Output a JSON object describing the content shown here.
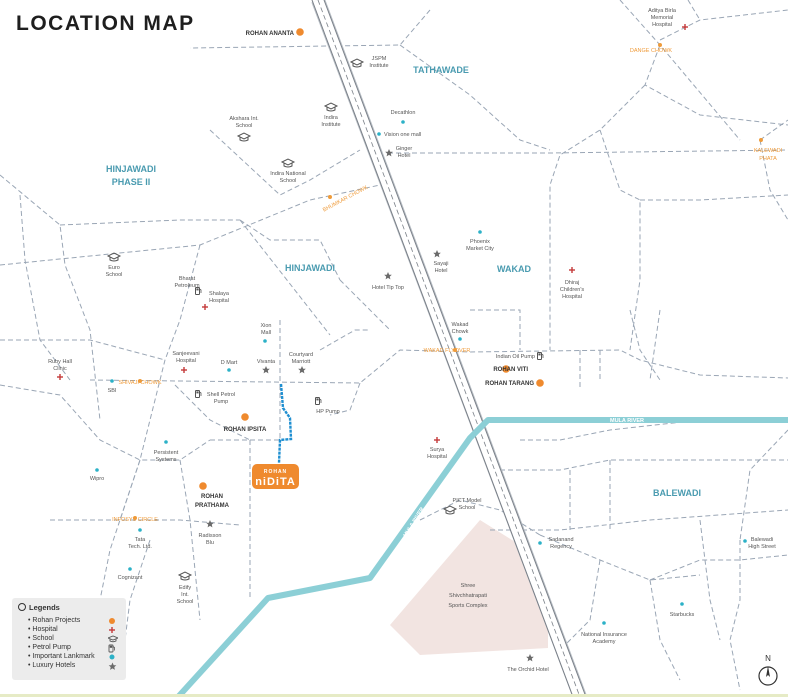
{
  "title": "LOCATION MAP",
  "colors": {
    "road_dashed": "#9aa6b5",
    "river": "#8ccfd6",
    "project_orange": "#ef8a2e",
    "hospital_red": "#c43a3a",
    "landmark_teal": "#2cb1c7",
    "area_label": "#4a9bb0",
    "chowk_label": "#ef9b3a",
    "sports_complex": "#f2e4e1"
  },
  "areas": {
    "tathawade": "TATHAWADE",
    "hinjawadi_phase2_l1": "HINJAWADI",
    "hinjawadi_phase2_l2": "PHASE II",
    "hinjawadi": "HINJAWADI",
    "wakad": "WAKAD",
    "balewadi": "BALEWADI"
  },
  "chowks": {
    "dange": "DANGE CHOWK",
    "kalewadi_l1": "KALEWADI",
    "kalewadi_l2": "PHATA",
    "bhumkar": "BHUMKAR CHOWK",
    "wakad_flyover": "WAKAD FLYOVER",
    "shivaji": "SHIVAJI CHOWK",
    "infosys": "INFOSYS CIRCLE"
  },
  "rivers": {
    "mula_river_1": "MULA RIVER",
    "mula_river_2": "MULA RIVER"
  },
  "projects": {
    "ananta": "ROHAN ANANTA",
    "viti": "ROHAN VITI",
    "tarang": "ROHAN TARANG",
    "ipsita": "ROHAN IPSITA",
    "prathama_l1": "ROHAN",
    "prathama_l2": "PRATHAMA",
    "nidita_top": "ROHAN",
    "nidita_main": "niDiTA"
  },
  "places": {
    "aditya_l1": "Aditya Birla",
    "aditya_l2": "Memorial",
    "aditya_l3": "Hospital",
    "jspm_l1": "JSPM",
    "jspm_l2": "Institute",
    "decathlon": "Decathlon",
    "vision_one": "Vision one mall",
    "ginger_l1": "Ginger",
    "ginger_l2": "Hotel",
    "akshara_l1": "Akshara Int.",
    "akshara_l2": "School",
    "indira_inst_l1": "Indira",
    "indira_inst_l2": "Institute",
    "indira_nat_l1": "Indira National",
    "indira_nat_l2": "School",
    "phoenix_l1": "Phoenix",
    "phoenix_l2": "Market City",
    "sayaji_l1": "Sayaji",
    "sayaji_l2": "Hotel",
    "tiptop": "Hotel Tip Top",
    "dhiraj_l1": "Dhiraj",
    "dhiraj_l2": "Children's",
    "dhiraj_l3": "Hospital",
    "euro_l1": "Euro",
    "euro_l2": "School",
    "bharat_l1": "Bharat",
    "bharat_l2": "Petroleum",
    "shalaya_l1": "Shalaya",
    "shalaya_l2": "Hospital",
    "xion_l1": "Xion",
    "xion_l2": "Mall",
    "wakad_chowk_l1": "Wakad",
    "wakad_chowk_l2": "Chowk",
    "indian_oil": "Indian Oil Pump",
    "ruby_l1": "Ruby Hall",
    "ruby_l2": "Clinic",
    "sbi": "SBI",
    "sanjeevani_l1": "Sanjeevani",
    "sanjeevani_l2": "Hospital",
    "dmart": "D Mart",
    "vivanta": "Vivanta",
    "courtyard_l1": "Courtyard",
    "courtyard_l2": "Marriott",
    "shell_l1": "Shell Petrol",
    "shell_l2": "Pump",
    "hp": "HP Pump",
    "surya_l1": "Surya",
    "surya_l2": "Hospital",
    "persistent_l1": "Persistent",
    "persistent_l2": "Systems",
    "wipro": "Wipro",
    "pict_l1": "PICT Model",
    "pict_l2": "School",
    "radisson_l1": "Radisson",
    "radisson_l2": "Blu",
    "tata_l1": "Tata",
    "tata_l2": "Tech. Ltd.",
    "cognizant": "Cognizant",
    "edify_l1": "Edify",
    "edify_l2": "Int.",
    "edify_l3": "School",
    "sports_l1": "Shree",
    "sports_l2": "Shivchhatrapati",
    "sports_l3": "Sports Complex",
    "sadanand_l1": "Sadanand",
    "sadanand_l2": "Regency",
    "balewadi_hs_l1": "Balewadi",
    "balewadi_hs_l2": "High Street",
    "nia_l1": "National Insurance",
    "nia_l2": "Academy",
    "starbucks": "Starbucks",
    "orchid": "The Orchid Hotel"
  },
  "legend": {
    "heading": "Legends",
    "items": [
      {
        "label": "Rohan Projects",
        "icon": "orange-dot-icon"
      },
      {
        "label": "Hospital",
        "icon": "red-cross-icon"
      },
      {
        "label": "School",
        "icon": "school-cap-icon"
      },
      {
        "label": "Petrol Pump",
        "icon": "fuel-pump-icon"
      },
      {
        "label": "Important Lankmark",
        "icon": "teal-dot-icon"
      },
      {
        "label": "Luxury Hotels",
        "icon": "star-icon"
      }
    ]
  },
  "compass": "N"
}
